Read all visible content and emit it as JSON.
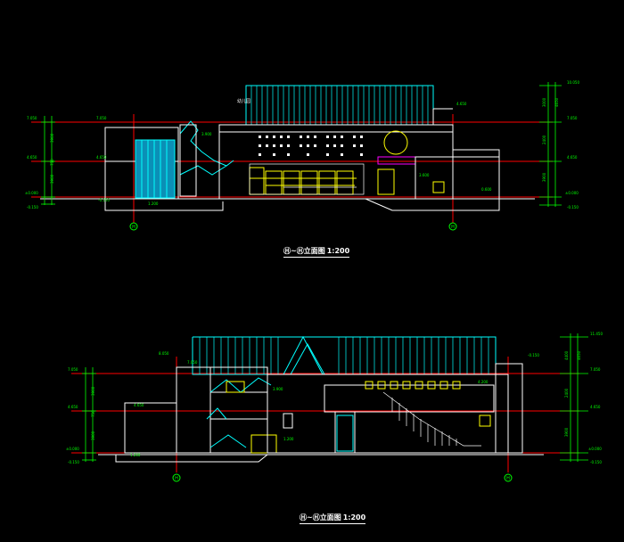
{
  "top_elevation": {
    "caption": "Ⓗ~Ⓗ立面图",
    "scale": "1:200",
    "grid_labels": [
      "H",
      "H"
    ],
    "sign_text": "幼儿园",
    "left_levels": [
      "7.050",
      "4.650",
      "±0.000",
      "-0.150"
    ],
    "right_levels": [
      "10.050",
      "7.050",
      "4.650",
      "±0.000",
      "-0.150"
    ],
    "mid_levels": [
      "7.050",
      "4.650",
      "3.900",
      "1.200",
      "-0.150",
      "4.650",
      "3.600",
      "0.600"
    ],
    "dims_left": [
      "3900",
      "750",
      "3900"
    ],
    "dims_right": [
      "3000",
      "2400",
      "3900",
      "4650"
    ]
  },
  "bottom_elevation": {
    "caption": "Ⓗ~Ⓗ立面图",
    "scale": "1:200",
    "grid_labels": [
      "H",
      "H"
    ],
    "left_levels": [
      "7.050",
      "4.650",
      "±0.000",
      "-0.150"
    ],
    "right_levels": [
      "11.450",
      "7.050",
      "4.650",
      "±0.000",
      "-0.150"
    ],
    "mid_levels": [
      "8.050",
      "7.050",
      "4.650",
      "1.200",
      "3.900",
      "1.200",
      "4.200",
      "-0.150"
    ],
    "dims_left": [
      "3900",
      "750",
      "3900"
    ],
    "dims_right": [
      "4400",
      "2400",
      "3900",
      "4650"
    ]
  },
  "colors": {
    "background": "#000000",
    "level_line": "#ff0000",
    "roof": "#00ffff",
    "structure": "#ffffff",
    "window": "#ffff00",
    "annotation": "#00ff00",
    "accent": "#ff00ff"
  }
}
